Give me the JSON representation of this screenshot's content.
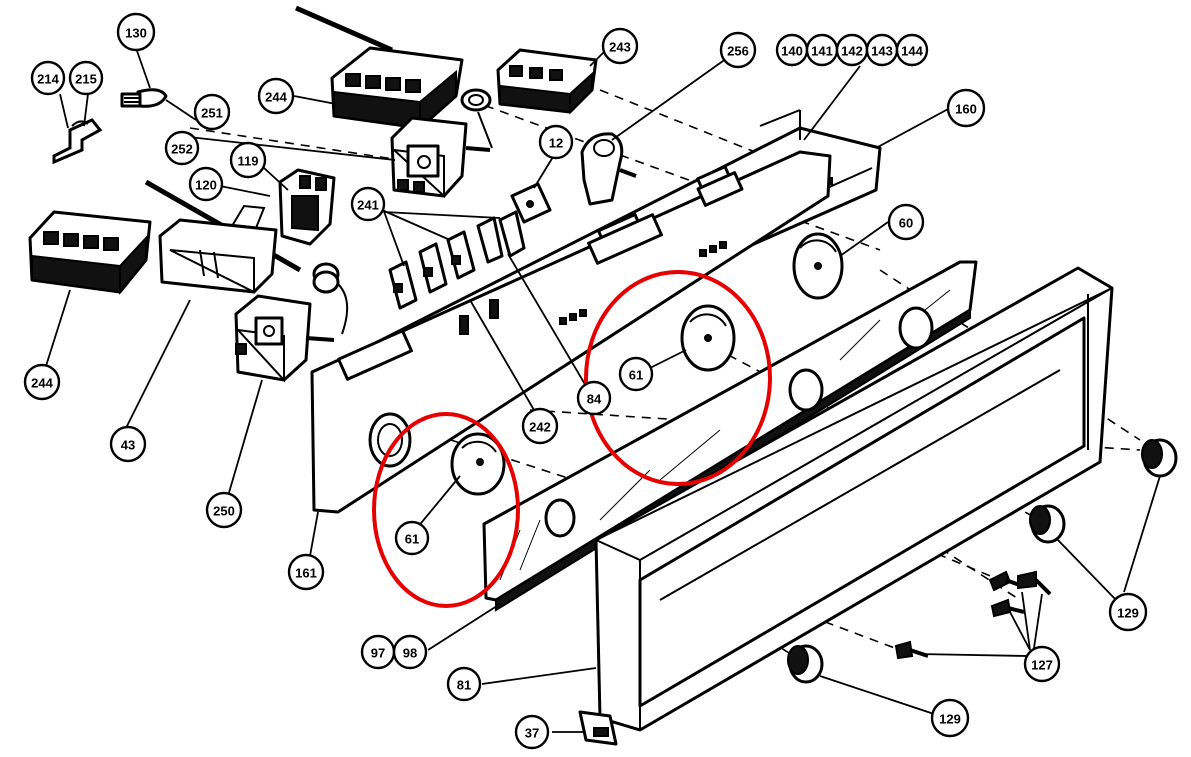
{
  "diagram": {
    "callouts": [
      {
        "id": "c130",
        "label": "130"
      },
      {
        "id": "c214",
        "label": "214"
      },
      {
        "id": "c215",
        "label": "215"
      },
      {
        "id": "c251",
        "label": "251"
      },
      {
        "id": "c252",
        "label": "252"
      },
      {
        "id": "c244a",
        "label": "244"
      },
      {
        "id": "c243",
        "label": "243"
      },
      {
        "id": "c256",
        "label": "256"
      },
      {
        "id": "c140",
        "label": "140"
      },
      {
        "id": "c141",
        "label": "141"
      },
      {
        "id": "c142",
        "label": "142"
      },
      {
        "id": "c143",
        "label": "143"
      },
      {
        "id": "c144",
        "label": "144"
      },
      {
        "id": "c160",
        "label": "160"
      },
      {
        "id": "c119",
        "label": "119"
      },
      {
        "id": "c120",
        "label": "120"
      },
      {
        "id": "c12",
        "label": "12"
      },
      {
        "id": "c241",
        "label": "241"
      },
      {
        "id": "c60",
        "label": "60"
      },
      {
        "id": "c244b",
        "label": "244"
      },
      {
        "id": "c43",
        "label": "43"
      },
      {
        "id": "c250",
        "label": "250"
      },
      {
        "id": "c161",
        "label": "161"
      },
      {
        "id": "c242",
        "label": "242"
      },
      {
        "id": "c84",
        "label": "84"
      },
      {
        "id": "c61a",
        "label": "61"
      },
      {
        "id": "c61b",
        "label": "61"
      },
      {
        "id": "c97",
        "label": "97"
      },
      {
        "id": "c98",
        "label": "98"
      },
      {
        "id": "c81",
        "label": "81"
      },
      {
        "id": "c37",
        "label": "37"
      },
      {
        "id": "c129a",
        "label": "129"
      },
      {
        "id": "c129b",
        "label": "129"
      },
      {
        "id": "c127",
        "label": "127"
      }
    ],
    "highlights": [
      {
        "id": "h-left",
        "target": "61"
      },
      {
        "id": "h-right",
        "target": "61"
      }
    ],
    "colors": {
      "highlight": "#e60000",
      "ink": "#000000",
      "paper": "#ffffff"
    }
  }
}
